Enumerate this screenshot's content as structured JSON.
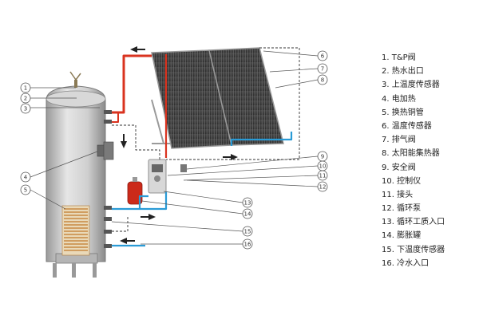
{
  "legend": {
    "items": [
      "1. T&P阀",
      "2. 热水出口",
      "3. 上温度传感器",
      "4. 电加热",
      "5. 换热铜管",
      "6. 温度传感器",
      "7. 排气阀",
      "8. 太阳能集热器",
      "9. 安全阀",
      "10. 控制仪",
      "11. 接头",
      "12. 循环泵",
      "13. 循环工质入口",
      "14. 膨胀罐",
      "15. 下温度传感器",
      "16. 冷水入口"
    ]
  },
  "callouts": {
    "n1": "1",
    "n2": "2",
    "n3": "3",
    "n4": "4",
    "n5": "5",
    "n6": "6",
    "n7": "7",
    "n8": "8",
    "n9": "9",
    "n10": "10",
    "n11": "11",
    "n12": "12",
    "n13": "13",
    "n14": "14",
    "n15": "15",
    "n16": "16"
  },
  "colors": {
    "hot_pipe": "#d9331f",
    "cold_pipe": "#2a9bd6",
    "tank": "#c9c9c9",
    "collector": "#3b3b3b",
    "leader": "#555555"
  }
}
